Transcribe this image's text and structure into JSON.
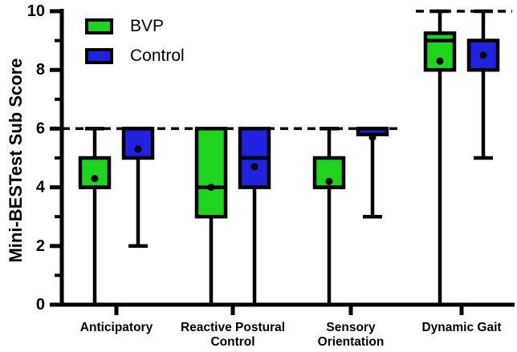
{
  "chart_data": {
    "type": "boxplot",
    "title": "",
    "ylabel": "Mini-BESTest Sub Score",
    "xlabel": "",
    "ylim": [
      0,
      10
    ],
    "yticks": [
      0,
      2,
      4,
      6,
      8,
      10
    ],
    "minor_yticks": [
      1,
      3,
      5,
      7,
      9
    ],
    "grid": false,
    "legend_position": "top-left",
    "categories": [
      "Anticipatory",
      "Reactive Postural Control",
      "Sensory Orientation",
      "Dynamic Gait"
    ],
    "category_label_lines": [
      [
        "Anticipatory"
      ],
      [
        "Reactive Postural",
        "Control"
      ],
      [
        "Sensory",
        "Orientation"
      ],
      [
        "Dynamic Gait"
      ]
    ],
    "series": [
      {
        "name": "BVP",
        "color": "#1fd41f",
        "boxes": [
          {
            "category": "Anticipatory",
            "min": 0,
            "q1": 4,
            "median": 4,
            "q3": 5,
            "max": 6,
            "mean": 4.3
          },
          {
            "category": "Reactive Postural Control",
            "min": 0,
            "q1": 3,
            "median": 4,
            "q3": 6,
            "max": 6,
            "mean": 4.0
          },
          {
            "category": "Sensory Orientation",
            "min": 0,
            "q1": 4,
            "median": 4,
            "q3": 5,
            "max": 6,
            "mean": 4.2
          },
          {
            "category": "Dynamic Gait",
            "min": 0,
            "q1": 8,
            "median": 9,
            "q3": 9.25,
            "max": 10,
            "mean": 8.3
          }
        ]
      },
      {
        "name": "Control",
        "color": "#2121e0",
        "boxes": [
          {
            "category": "Anticipatory",
            "min": 2,
            "q1": 5,
            "median": 6,
            "q3": 6,
            "max": 6,
            "mean": 5.3
          },
          {
            "category": "Reactive Postural Control",
            "min": 0,
            "q1": 4,
            "median": 5,
            "q3": 6,
            "max": 6,
            "mean": 4.7
          },
          {
            "category": "Sensory Orientation",
            "min": 3,
            "q1": 5.8,
            "median": 6,
            "q3": 6,
            "max": 6,
            "mean": 5.7
          },
          {
            "category": "Dynamic Gait",
            "min": 5,
            "q1": 8,
            "median": 9,
            "q3": 9,
            "max": 10,
            "mean": 8.5
          }
        ]
      }
    ],
    "reference_lines": [
      {
        "value": 6,
        "style": "dashed",
        "span": "groups_1_3"
      },
      {
        "value": 10,
        "style": "dashed",
        "span": "group_4"
      }
    ],
    "colors": {
      "axis": "#000000",
      "reference_line": "#000000",
      "background": "#ffffff"
    }
  }
}
